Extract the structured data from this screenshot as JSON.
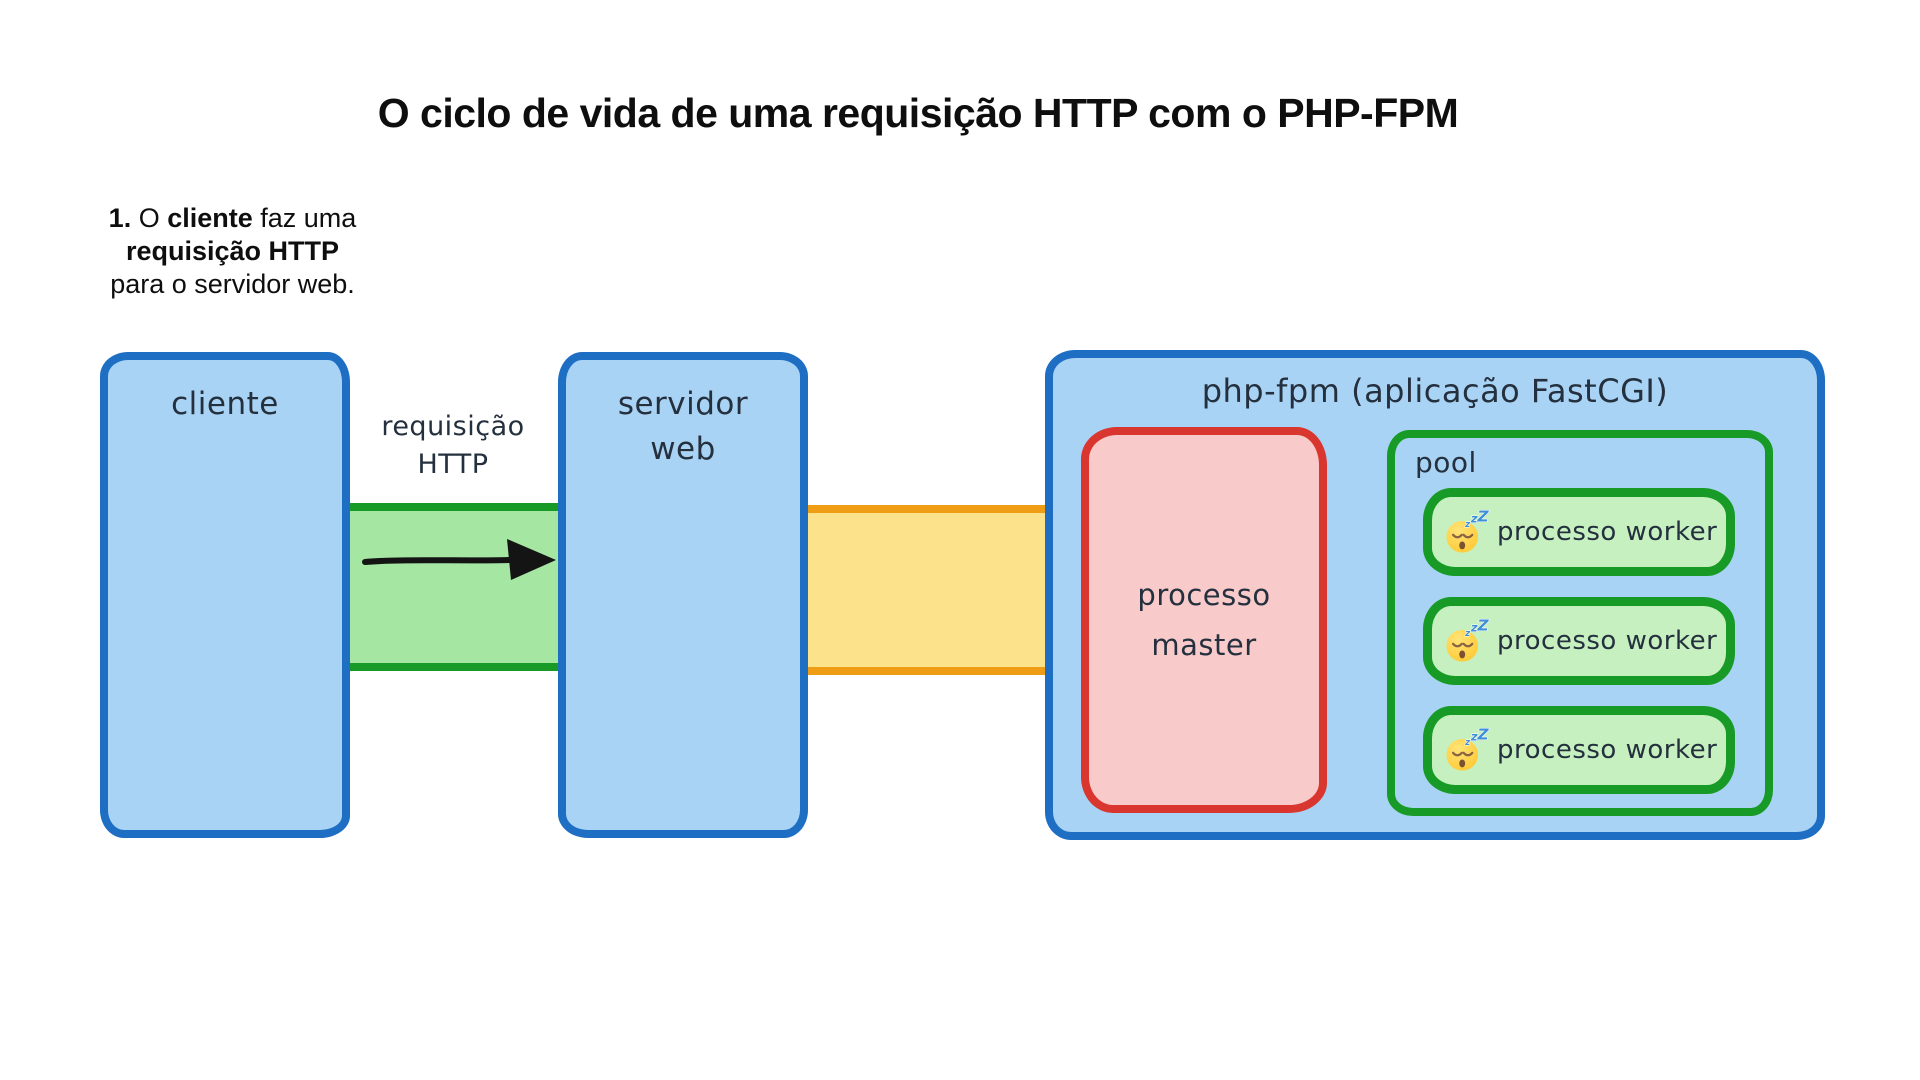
{
  "title": "O ciclo de vida de uma requisição HTTP com o PHP-FPM",
  "step": {
    "number": "1.",
    "text_after_number": " O ",
    "bold_client": "cliente",
    "text_mid": " faz uma",
    "bold_request": "requisição HTTP",
    "text_end": "para o servidor web."
  },
  "connections": {
    "http_request": {
      "label_line1": "requisição",
      "label_line2": "HTTP"
    },
    "arrow_icon": "right-arrow"
  },
  "nodes": {
    "client": {
      "label": "cliente"
    },
    "web_server": {
      "label_line1": "servidor",
      "label_line2": "web"
    },
    "phpfpm": {
      "label": "php-fpm (aplicação FastCGI)",
      "master": {
        "label_line1": "processo",
        "label_line2": "master"
      },
      "pool": {
        "label": "pool",
        "workers": [
          {
            "label": "processo worker",
            "emoji": "😴",
            "emoji_icon": "sleeping-face"
          },
          {
            "label": "processo worker",
            "emoji": "😴",
            "emoji_icon": "sleeping-face"
          },
          {
            "label": "processo worker",
            "emoji": "😴",
            "emoji_icon": "sleeping-face"
          }
        ]
      }
    }
  },
  "colors": {
    "box_fill_blue": "#a9d3f4",
    "box_border_blue": "#1e6fc4",
    "band_fill_green": "#a5e6a3",
    "band_border_green": "#189b26",
    "border_green": "#189b26",
    "worker_fill_green": "#c7f0c0",
    "band_fill_yellow": "#fbe28b",
    "band_border_orange": "#f09d16",
    "master_fill_pink": "#f8caca",
    "master_border_red": "#d8362e",
    "label_text": "#24303e",
    "heading_text": "#0e0e0e",
    "arrow_black": "#141414",
    "emoji_zzz_blue": "#3f8fd8"
  }
}
